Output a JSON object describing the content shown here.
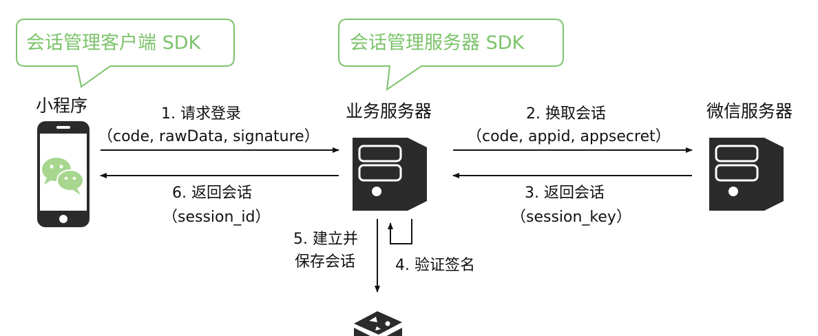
{
  "callouts": {
    "client_sdk": "会话管理客户端 SDK",
    "server_sdk": "会话管理服务器 SDK"
  },
  "nodes": {
    "mini_program": "小程序",
    "business_server": "业务服务器",
    "wechat_server": "微信服务器"
  },
  "steps": {
    "s1_title": "1.  请求登录",
    "s1_params": "（code, rawData, signature）",
    "s2_title": "2. 换取会话",
    "s2_params": "（code, appid, appsecret）",
    "s3_title": "3. 返回会话",
    "s3_params": "（session_key）",
    "s4_title": "4. 验证签名",
    "s5_line1": "5. 建立并",
    "s5_line2": "保存会话",
    "s6_title": "6. 返回会话",
    "s6_params": "（session_id）"
  },
  "icons": {
    "phone": "smartphone-icon",
    "wechat": "wechat-logo-icon",
    "server": "server-icon",
    "database": "redis-database-icon"
  },
  "colors": {
    "callout_green": "#7cc36a",
    "icon_dark": "#2b2b2b",
    "wechat_green": "#a7d68f"
  }
}
